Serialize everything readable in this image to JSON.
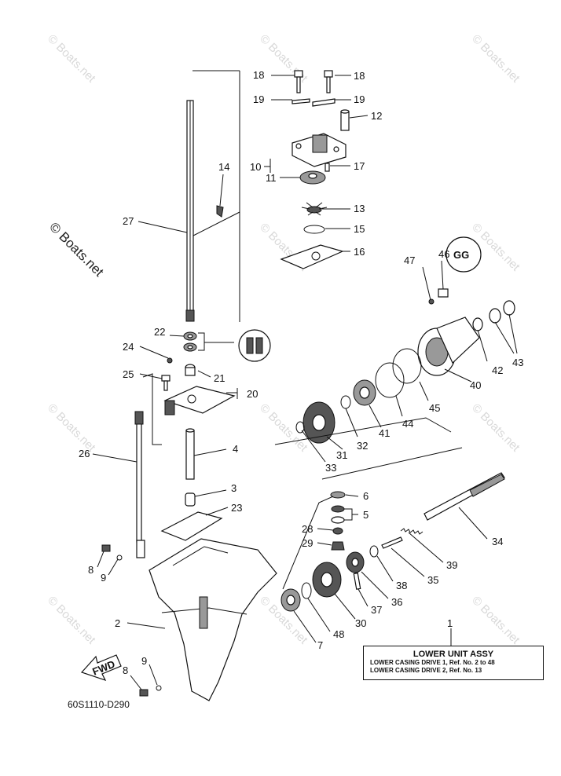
{
  "watermark": "© Boats.net",
  "watermark_large": "© Boats.net",
  "figure_code": "60S1110-D290",
  "fwd_label": "FWD",
  "gear_oil_label": "GG",
  "assembly": {
    "number": "1",
    "title": "LOWER UNIT ASSY",
    "rows": [
      "LOWER  CASING  DRIVE  1,   Ref.  No.  2  to  48",
      "LOWER  CASING  DRIVE  2,   Ref.  No.  13"
    ]
  },
  "callouts": [
    {
      "id": "18a",
      "text": "18"
    },
    {
      "id": "18b",
      "text": "18"
    },
    {
      "id": "19a",
      "text": "19"
    },
    {
      "id": "19b",
      "text": "19"
    },
    {
      "id": "12",
      "text": "12"
    },
    {
      "id": "10",
      "text": "10"
    },
    {
      "id": "17",
      "text": "17"
    },
    {
      "id": "11",
      "text": "11"
    },
    {
      "id": "14",
      "text": "14"
    },
    {
      "id": "13",
      "text": "13"
    },
    {
      "id": "27",
      "text": "27"
    },
    {
      "id": "15",
      "text": "15"
    },
    {
      "id": "16",
      "text": "16"
    },
    {
      "id": "47",
      "text": "47"
    },
    {
      "id": "46",
      "text": "46"
    },
    {
      "id": "22",
      "text": "22"
    },
    {
      "id": "24",
      "text": "24"
    },
    {
      "id": "42",
      "text": "42"
    },
    {
      "id": "43",
      "text": "43"
    },
    {
      "id": "21",
      "text": "21"
    },
    {
      "id": "25",
      "text": "25"
    },
    {
      "id": "20",
      "text": "20"
    },
    {
      "id": "40",
      "text": "40"
    },
    {
      "id": "45",
      "text": "45"
    },
    {
      "id": "44",
      "text": "44"
    },
    {
      "id": "41",
      "text": "41"
    },
    {
      "id": "32",
      "text": "32"
    },
    {
      "id": "31",
      "text": "31"
    },
    {
      "id": "26",
      "text": "26"
    },
    {
      "id": "4",
      "text": "4"
    },
    {
      "id": "33",
      "text": "33"
    },
    {
      "id": "3",
      "text": "3"
    },
    {
      "id": "6",
      "text": "6"
    },
    {
      "id": "23",
      "text": "23"
    },
    {
      "id": "5",
      "text": "5"
    },
    {
      "id": "28",
      "text": "28"
    },
    {
      "id": "34",
      "text": "34"
    },
    {
      "id": "29",
      "text": "29"
    },
    {
      "id": "8a",
      "text": "8"
    },
    {
      "id": "9a",
      "text": "9"
    },
    {
      "id": "39",
      "text": "39"
    },
    {
      "id": "35",
      "text": "35"
    },
    {
      "id": "38",
      "text": "38"
    },
    {
      "id": "36",
      "text": "36"
    },
    {
      "id": "37",
      "text": "37"
    },
    {
      "id": "30",
      "text": "30"
    },
    {
      "id": "2",
      "text": "2"
    },
    {
      "id": "48",
      "text": "48"
    },
    {
      "id": "7",
      "text": "7"
    },
    {
      "id": "9b",
      "text": "9"
    },
    {
      "id": "8b",
      "text": "8"
    }
  ]
}
